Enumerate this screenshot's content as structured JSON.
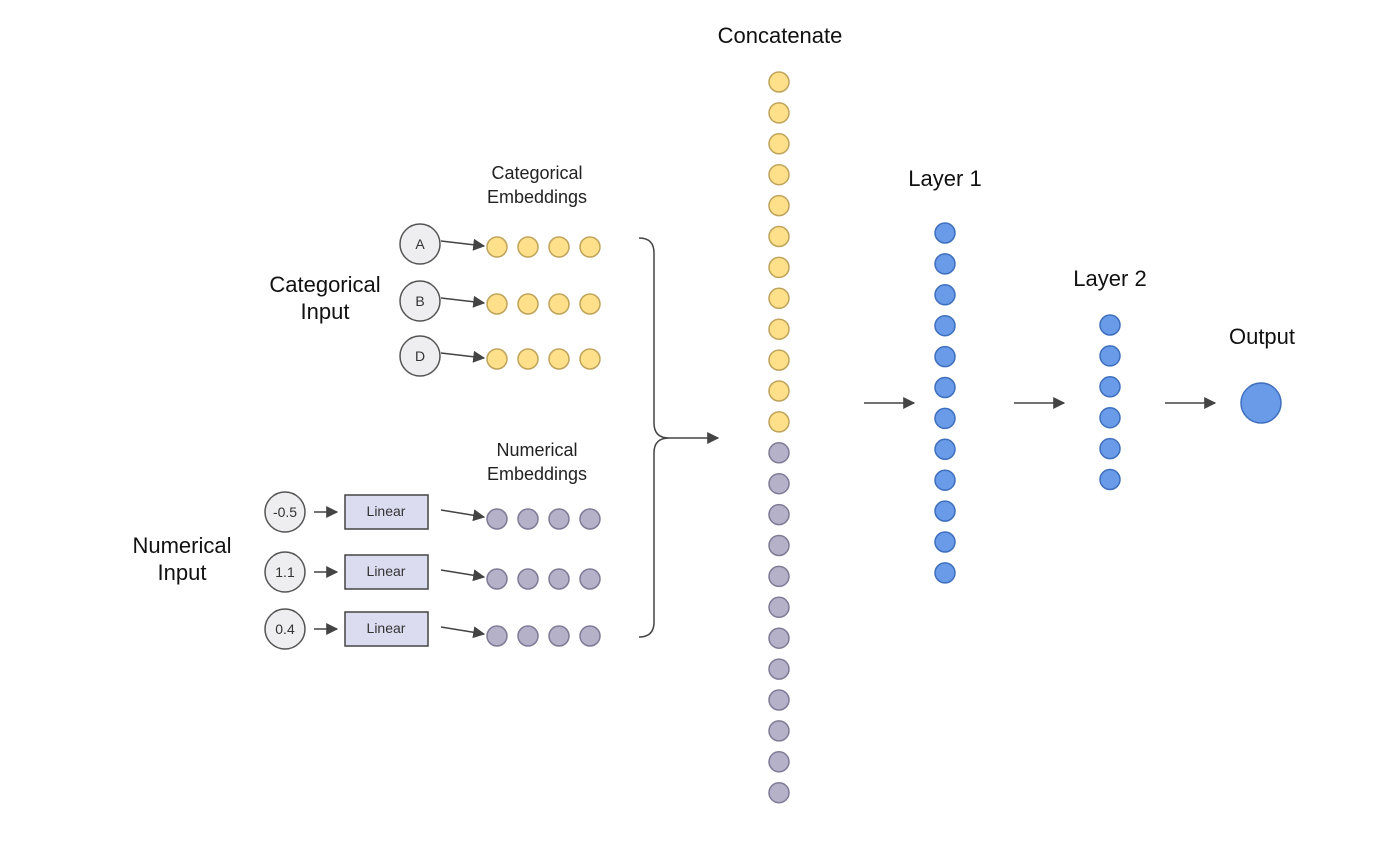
{
  "labels": {
    "concatenate": "Concatenate",
    "categorical_embeddings_line1": "Categorical",
    "categorical_embeddings_line2": "Embeddings",
    "categorical_input_line1": "Categorical",
    "categorical_input_line2": "Input",
    "numerical_embeddings_line1": "Numerical",
    "numerical_embeddings_line2": "Embeddings",
    "numerical_input_line1": "Numerical",
    "numerical_input_line2": "Input",
    "layer1": "Layer 1",
    "layer2": "Layer 2",
    "output": "Output"
  },
  "categorical_inputs": [
    "A",
    "B",
    "D"
  ],
  "numerical_inputs": [
    "-0.5",
    "1.1",
    "0.4"
  ],
  "linear_label": "Linear",
  "embedding_size": 4,
  "concat": {
    "categorical_count": 12,
    "numerical_count": 12
  },
  "layer1_count": 12,
  "layer2_count": 6,
  "colors": {
    "categorical_fill": "#FFE08A",
    "categorical_stroke": "#BFA35A",
    "numerical_fill": "#B4B1C9",
    "numerical_stroke": "#7E7B96",
    "layer_fill": "#6A9BE8",
    "layer_stroke": "#3E6FBD",
    "input_fill": "#EEEEF0",
    "input_stroke": "#555555",
    "linear_fill": "#DCDCF0",
    "linear_stroke": "#444444",
    "arrow": "#444444"
  }
}
